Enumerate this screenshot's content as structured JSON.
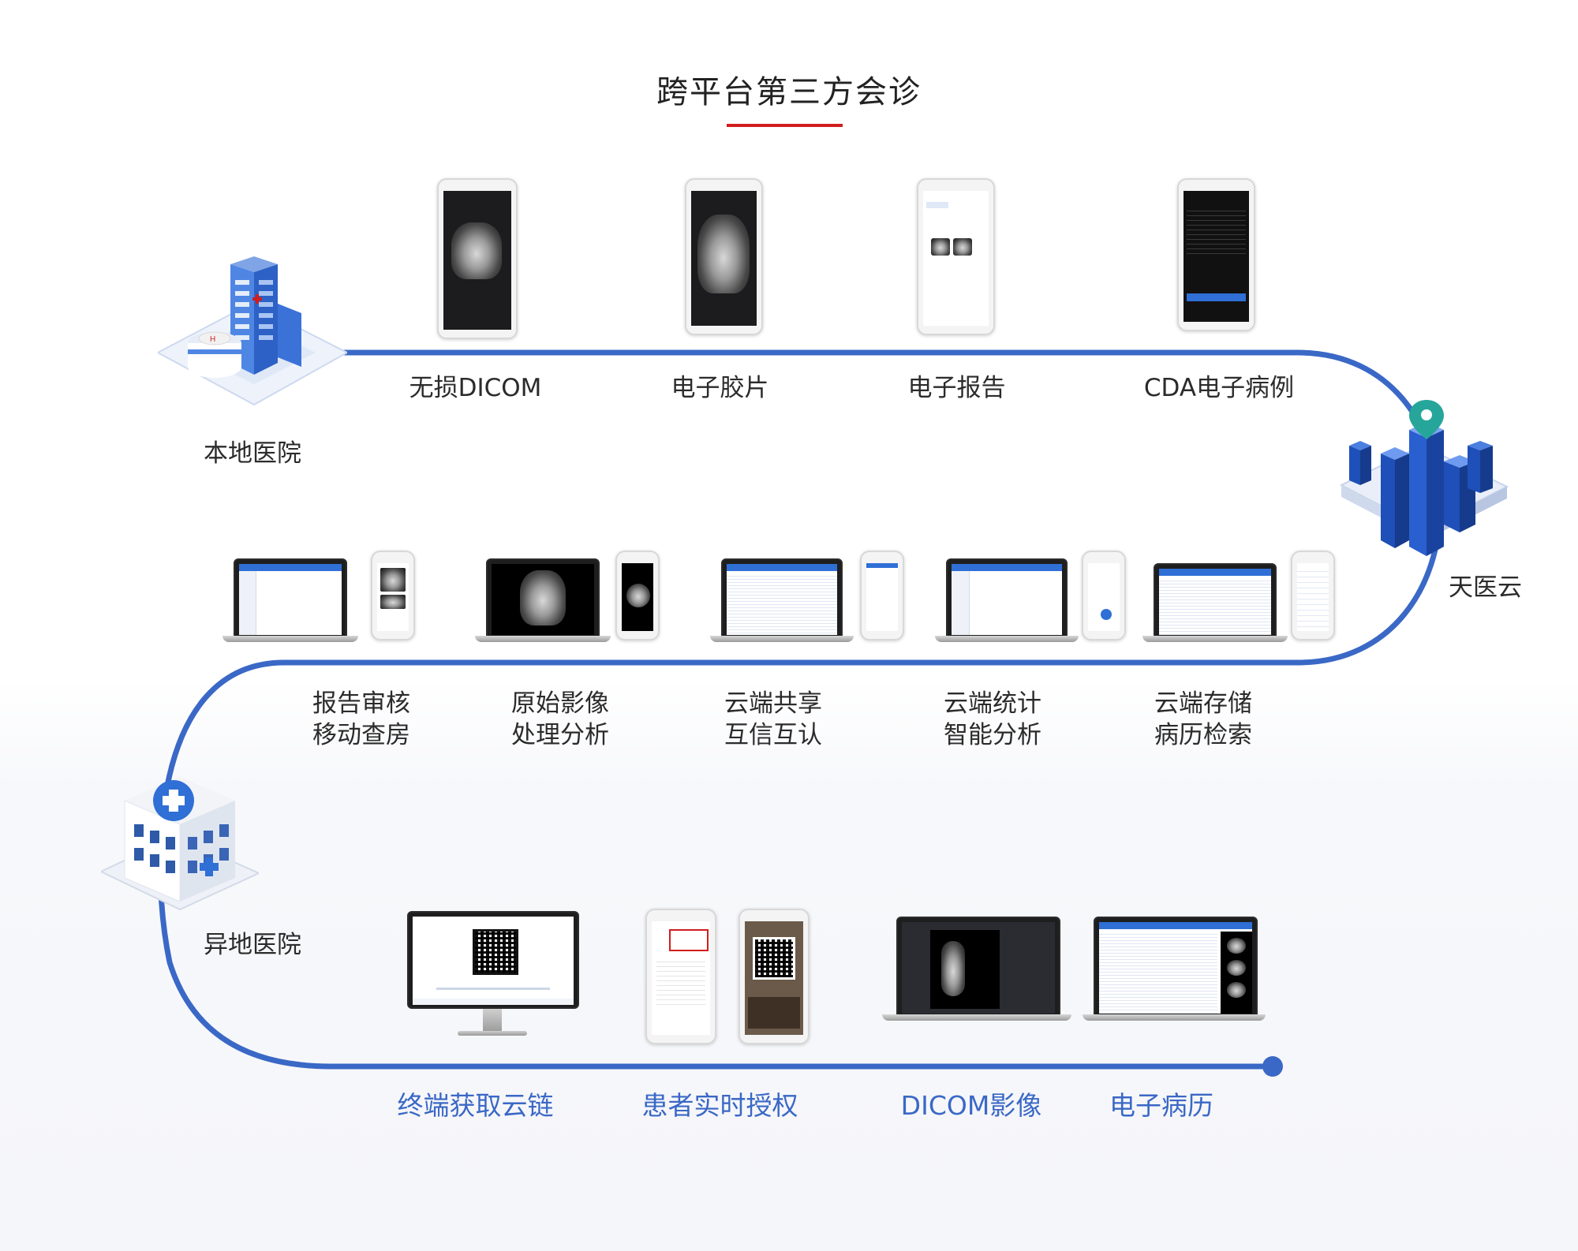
{
  "title": "跨平台第三方会诊",
  "colors": {
    "path": "#3a68c6",
    "accent": "#d21d1d",
    "text": "#2b2b2b"
  },
  "nodes": {
    "local_hospital": "本地医院",
    "cloud": "天医云",
    "remote_hospital": "异地医院"
  },
  "row1": [
    "无损DICOM",
    "电子胶片",
    "电子报告",
    "CDA电子病例"
  ],
  "row2": [
    [
      "报告审核",
      "移动查房"
    ],
    [
      "原始影像",
      "处理分析"
    ],
    [
      "云端共享",
      "互信互认"
    ],
    [
      "云端统计",
      "智能分析"
    ],
    [
      "云端存储",
      "病历检索"
    ]
  ],
  "row3": [
    "终端获取云链",
    "患者实时授权",
    "DICOM影像",
    "电子病历"
  ],
  "icons": [
    "hospital-building-icon",
    "cloud-datacenter-icon",
    "clinic-building-icon"
  ]
}
